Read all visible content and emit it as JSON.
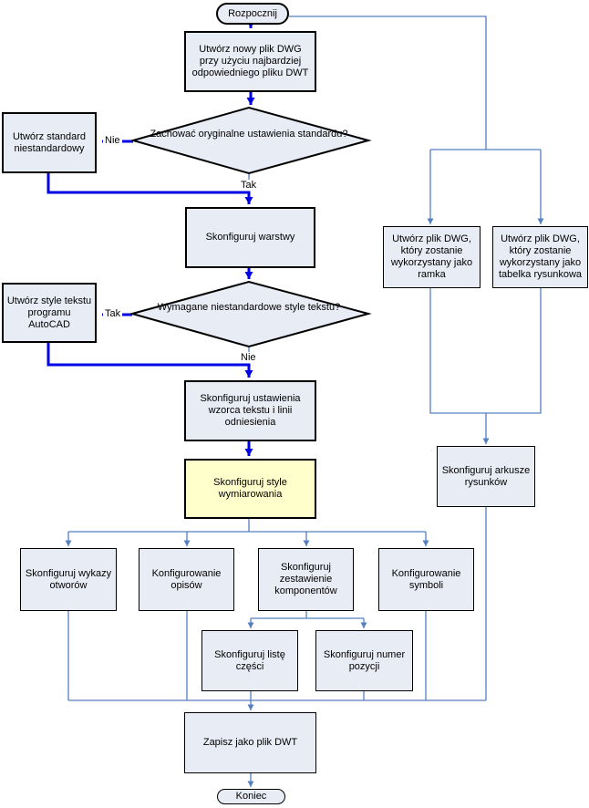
{
  "flowchart": {
    "nodes": {
      "start": "Rozpocznij",
      "create_dwg": "Utwórz nowy plik DWG przy użyciu najbardziej odpowiedniego pliku DWT",
      "decision_standard": "Zachować oryginalne ustawienia standardu?",
      "custom_standard": "Utwórz standard niestandardowy",
      "configure_layers": "Skonfiguruj warstwy",
      "decision_text_styles": "Wymagane niestandardowe style tekstu?",
      "create_text_styles": "Utwórz style tekstu programu AutoCAD",
      "configure_text_template": "Skonfiguruj ustawienia wzorca tekstu i linii odniesienia",
      "configure_dim_styles": "Skonfiguruj style wymiarowania",
      "create_dwg_frame": "Utwórz plik DWG, który zostanie wykorzystany jako ramka",
      "create_dwg_titleblock": "Utwórz plik DWG, który zostanie wykorzystany jako tabelka rysunkowa",
      "configure_sheets": "Skonfiguruj arkusze rysunków",
      "configure_hole_tables": "Skonfiguruj wykazy otworów",
      "configure_annotations": "Konfigurowanie opisów",
      "configure_component_list": "Skonfiguruj zestawienie komponentów",
      "configure_symbols": "Konfigurowanie symboli",
      "configure_parts_list": "Skonfiguruj listę części",
      "configure_item_number": "Skonfiguruj numer pozycji",
      "save_dwt": "Zapisz jako plik DWT",
      "end": "Koniec"
    },
    "labels": {
      "decision1_left": "Nie",
      "decision1_down": "Tak",
      "decision2_left": "Tak",
      "decision2_down": "Nie"
    },
    "colors": {
      "main_flow_arrow": "#0000E6",
      "connector_line": "#5580C0",
      "node_fill": "#E8ECF4",
      "highlight_node_fill": "#FFFFCC",
      "node_border": "#000000",
      "background": "#FFFFFF"
    }
  }
}
